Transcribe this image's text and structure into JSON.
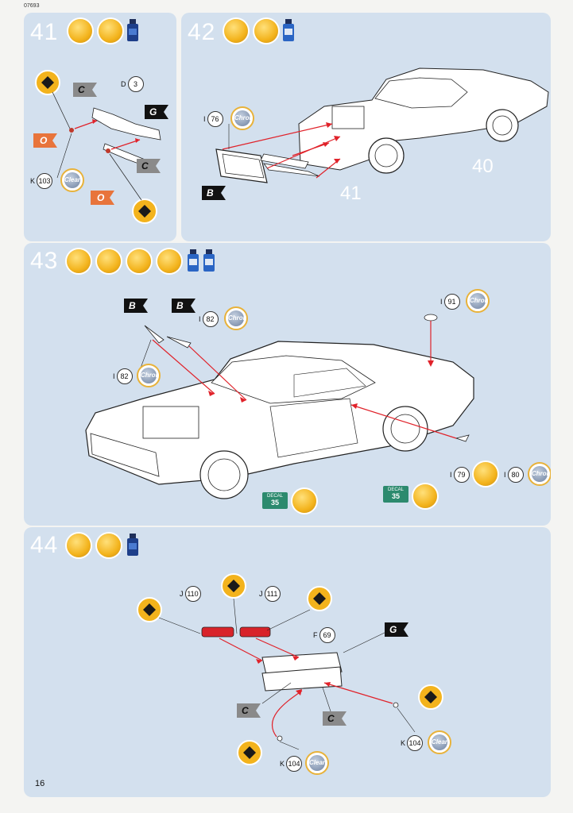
{
  "doc_code": "07693",
  "page_number": "16",
  "steps": [
    {
      "number": "41",
      "parts": [
        {
          "letter": "D",
          "num": "3"
        },
        {
          "letter": "K",
          "num": "103",
          "chip": "Clear"
        }
      ],
      "flags": [
        "C",
        "G",
        "O",
        "O",
        "C"
      ]
    },
    {
      "number": "42",
      "parts": [
        {
          "letter": "I",
          "num": "76",
          "chip": "Chrome"
        }
      ],
      "flags": [
        "B"
      ],
      "refs": [
        "40",
        "41"
      ]
    },
    {
      "number": "43",
      "parts": [
        {
          "letter": "I",
          "num": "82",
          "chip": "Chrome"
        },
        {
          "letter": "I",
          "num": "82",
          "chip": "Chrome"
        },
        {
          "letter": "I",
          "num": "91",
          "chip": "Chrome"
        },
        {
          "letter": "I",
          "num": "79"
        },
        {
          "letter": "I",
          "num": "80",
          "chip": "Chrome"
        }
      ],
      "flags": [
        "B",
        "B"
      ],
      "decals": [
        {
          "label": "DECAL",
          "num": "35"
        },
        {
          "label": "DECAL",
          "num": "35"
        }
      ]
    },
    {
      "number": "44",
      "parts": [
        {
          "letter": "J",
          "num": "110"
        },
        {
          "letter": "J",
          "num": "111"
        },
        {
          "letter": "F",
          "num": "69"
        },
        {
          "letter": "K",
          "num": "104",
          "chip": "Clear"
        },
        {
          "letter": "K",
          "num": "104",
          "chip": "Clear"
        }
      ],
      "flags": [
        "G",
        "C",
        "C"
      ]
    }
  ],
  "colors": {
    "panel": "#d3e0ee",
    "accent": "#f3b31c",
    "arrow": "#e0222a",
    "flag_o": "#e8743b"
  }
}
